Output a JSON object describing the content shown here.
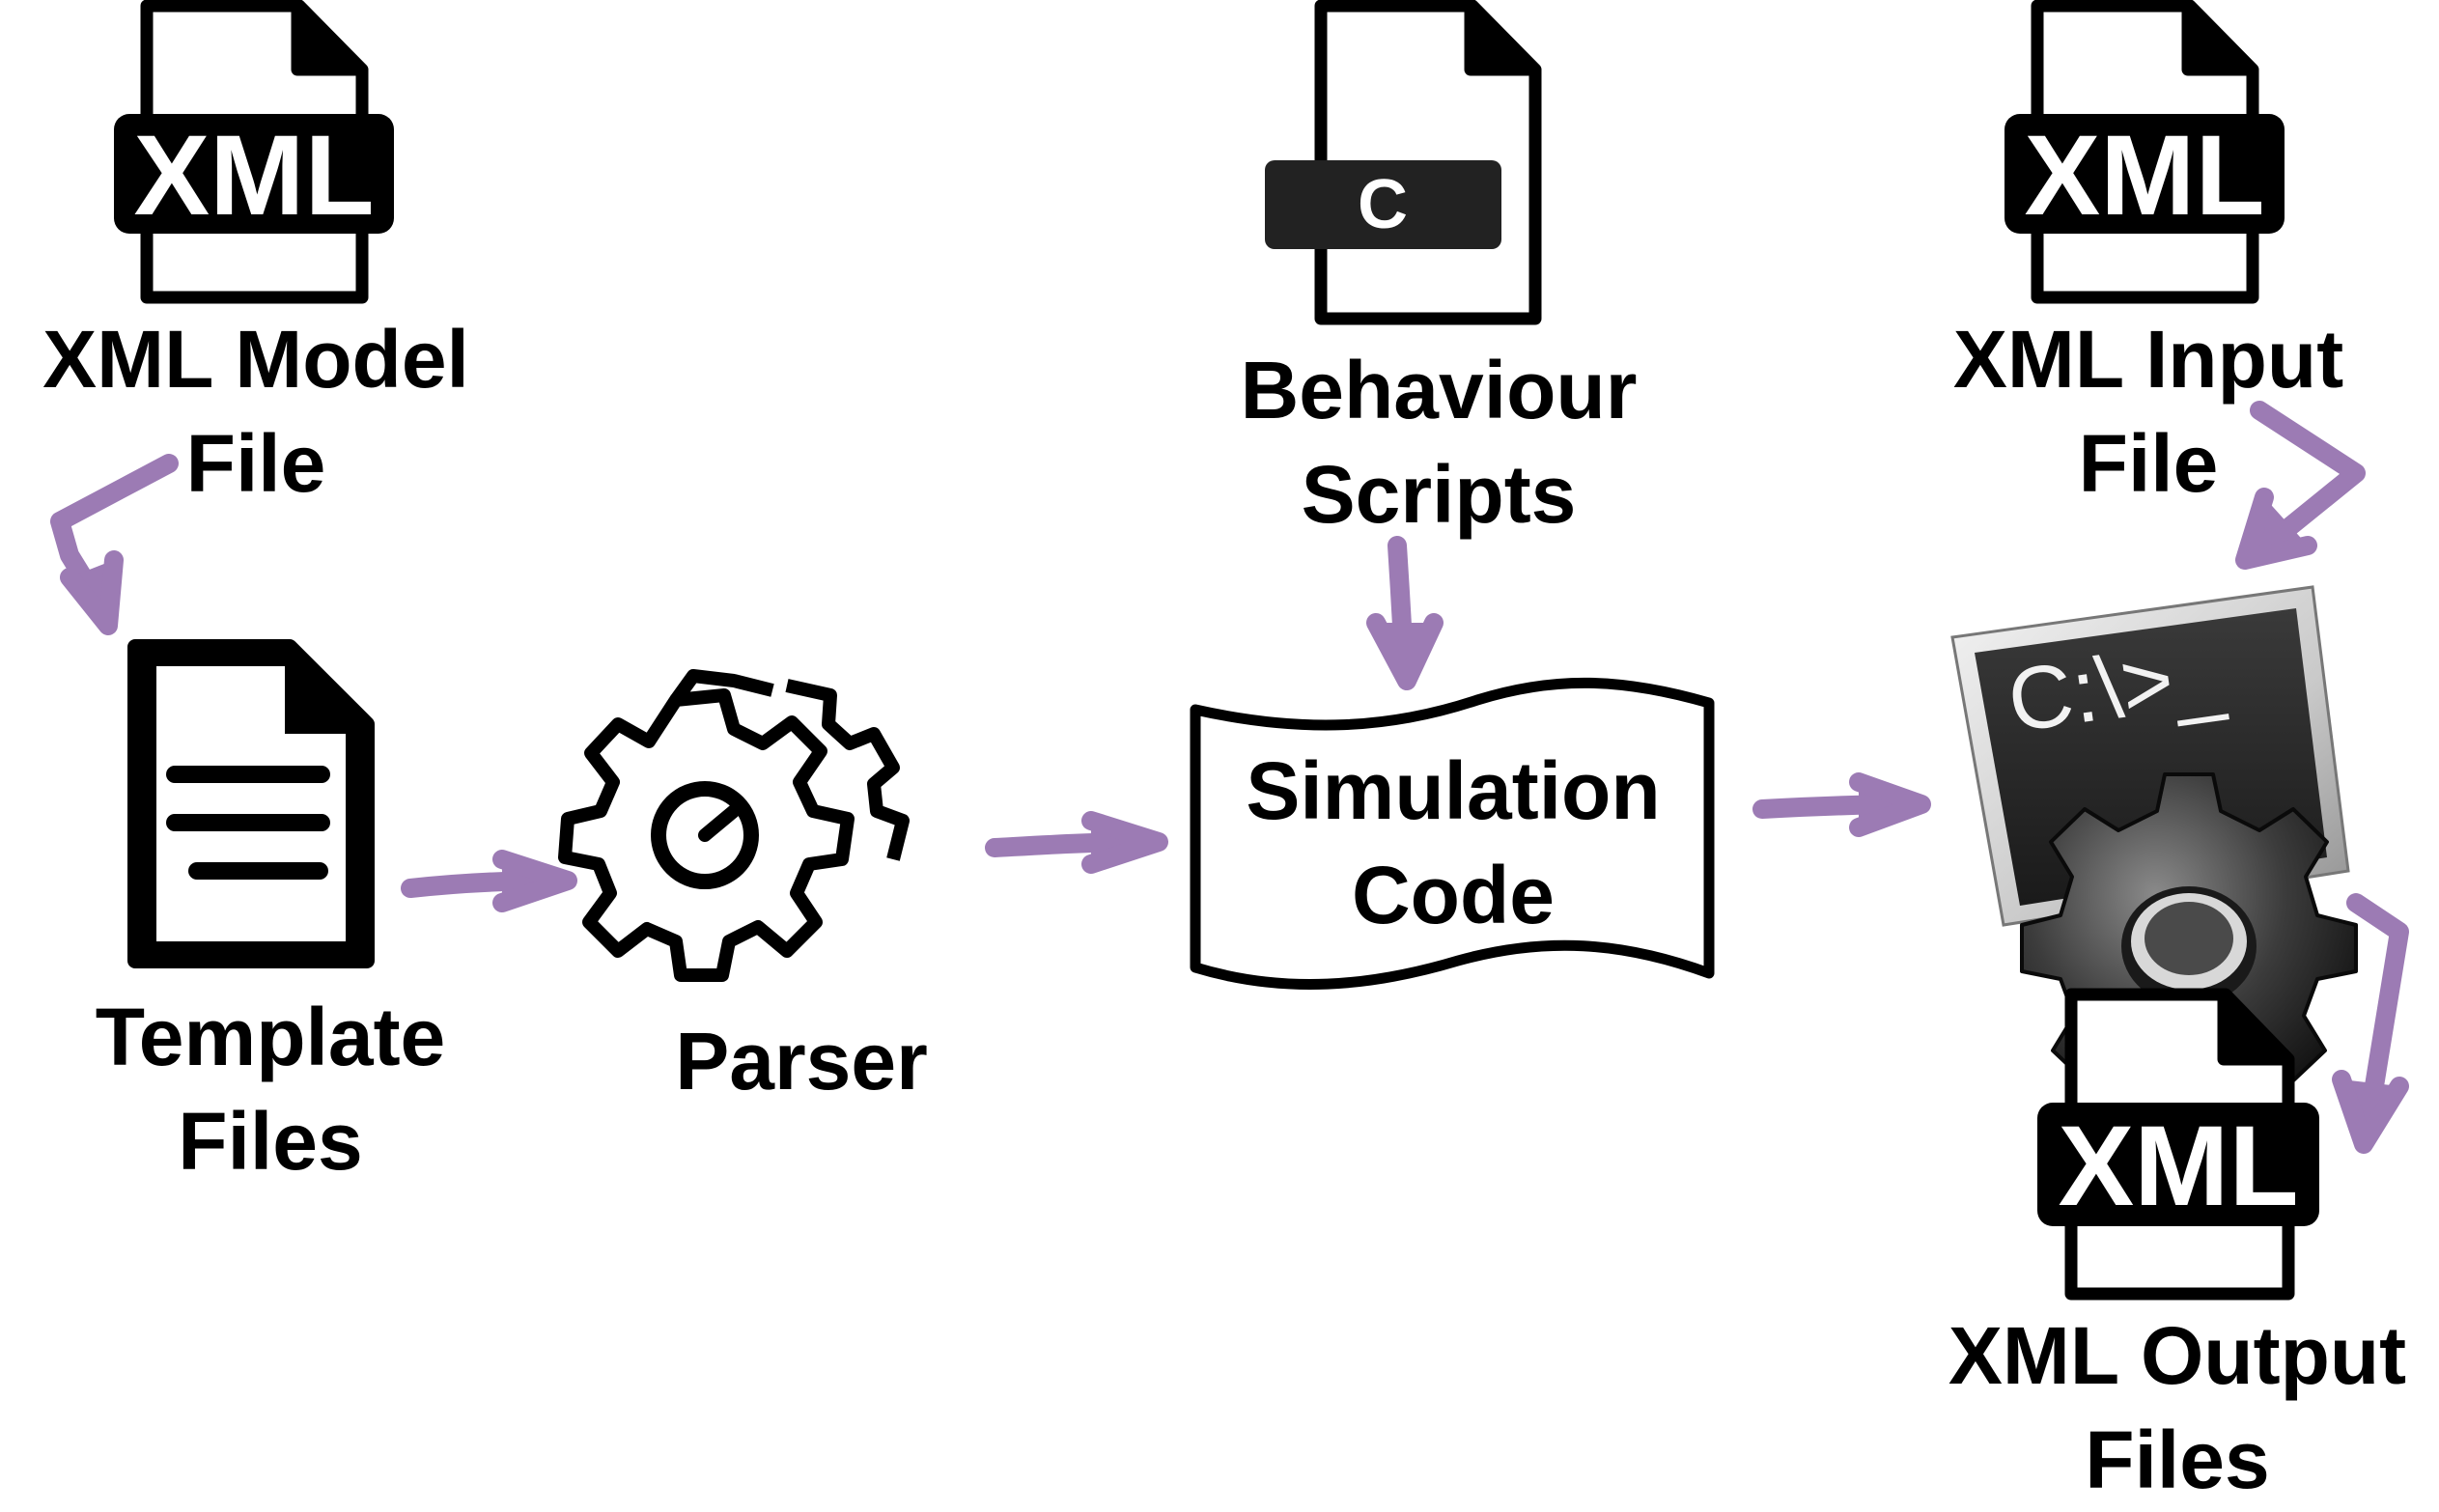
{
  "colors": {
    "arrow": "#9c7bb4",
    "ink": "#000000",
    "background": "#ffffff"
  },
  "nodes": {
    "xml_model_file": {
      "icon": "xml-file-icon",
      "badge": "XML",
      "label_lines": [
        "XML Model",
        "File"
      ]
    },
    "template_files": {
      "icon": "document-icon",
      "label_lines": [
        "Template",
        "Files"
      ]
    },
    "parser": {
      "icon": "gear-icon",
      "label_lines": [
        "Parser"
      ]
    },
    "behaviour_scripts": {
      "icon": "c-file-icon",
      "badge": "C",
      "label_lines": [
        "Behaviour",
        "Scripts"
      ]
    },
    "simulation_code": {
      "icon": "wavy-document-shape",
      "label_lines": [
        "Simulation",
        "Code"
      ]
    },
    "xml_input_file": {
      "icon": "xml-file-icon",
      "badge": "XML",
      "label_lines": [
        "XML Input",
        "File"
      ]
    },
    "executable": {
      "icon": "console-gear-icon",
      "prompt": "C:\\>_"
    },
    "xml_output_files": {
      "icon": "xml-file-icon",
      "badge": "XML",
      "label_lines": [
        "XML Output",
        "Files"
      ]
    }
  },
  "edges": [
    {
      "from": "xml_model_file",
      "to": "template_files"
    },
    {
      "from": "template_files",
      "to": "parser"
    },
    {
      "from": "parser",
      "to": "simulation_code"
    },
    {
      "from": "behaviour_scripts",
      "to": "simulation_code"
    },
    {
      "from": "simulation_code",
      "to": "executable"
    },
    {
      "from": "xml_input_file",
      "to": "executable"
    },
    {
      "from": "executable",
      "to": "xml_output_files"
    }
  ]
}
